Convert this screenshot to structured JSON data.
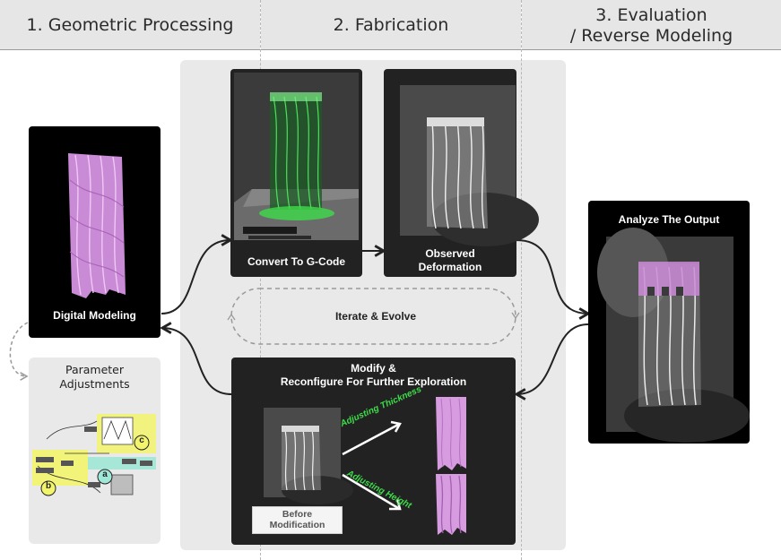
{
  "headers": {
    "step1": "1. Geometric Processing",
    "step2": "2. Fabrication",
    "step3_line1": "3. Evaluation",
    "step3_line2": "/ Reverse Modeling"
  },
  "cards": {
    "digital_modeling": "Digital Modeling",
    "convert_gcode": "Convert To G-Code",
    "observed_line1": "Observed",
    "observed_line2": "Deformation",
    "analyze": "Analyze The Output",
    "iterate": "Iterate & Evolve",
    "modify_line1": "Modify &",
    "modify_line2": "Reconfigure For Further Exploration",
    "before_line1": "Before",
    "before_line2": "Modification",
    "adjust_thickness": "Adjusting Thickness",
    "adjust_height": "Adjusting Height"
  },
  "parameters": {
    "title_line1": "Parameter",
    "title_line2": "Adjustments",
    "markers": [
      "a",
      "b",
      "c"
    ]
  },
  "colors": {
    "header_bg": "#e6e6e6",
    "panel_bg": "#e9e9e9",
    "card_bg": "#222222",
    "modeling_bg": "#000000",
    "accent_green": "#3ddc4a",
    "model_pink": "#d79be0",
    "marker_yellow": "#f2f56b",
    "marker_teal": "#9fe7d6"
  }
}
